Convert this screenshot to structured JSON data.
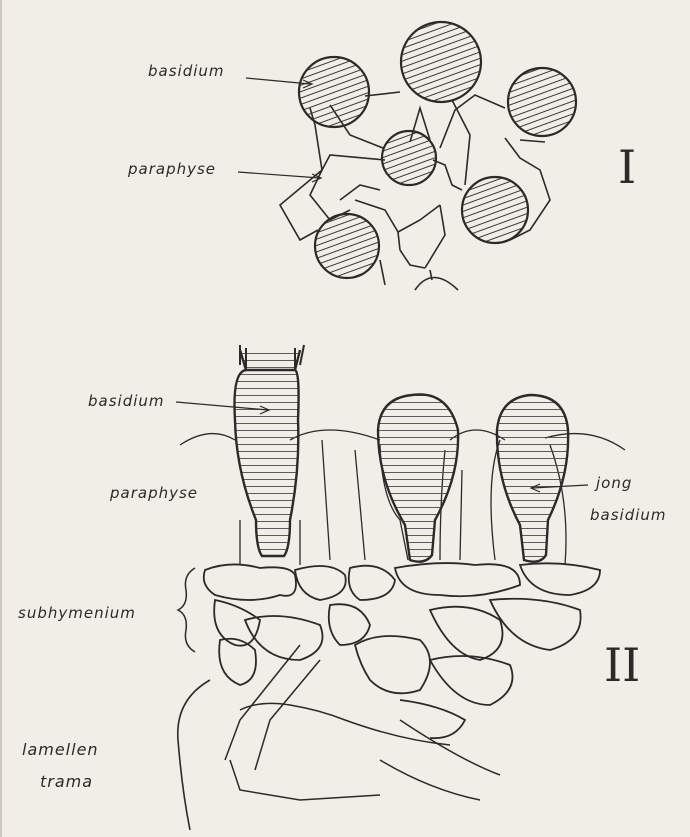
{
  "figure_top": {
    "numeral": "I",
    "labels": {
      "basidium": "basidium",
      "paraphyse": "paraphyse"
    }
  },
  "figure_bottom": {
    "numeral": "II",
    "labels": {
      "basidium": "basidium",
      "paraphyse": "paraphyse",
      "jong_line1": "jong",
      "jong_line2": "basidium",
      "subhymenium": "subhymenium",
      "trama_line1": "lamellen",
      "trama_line2": "trama"
    }
  },
  "colors": {
    "ink": "#2a2a2a",
    "paper": "#f1ede7"
  }
}
